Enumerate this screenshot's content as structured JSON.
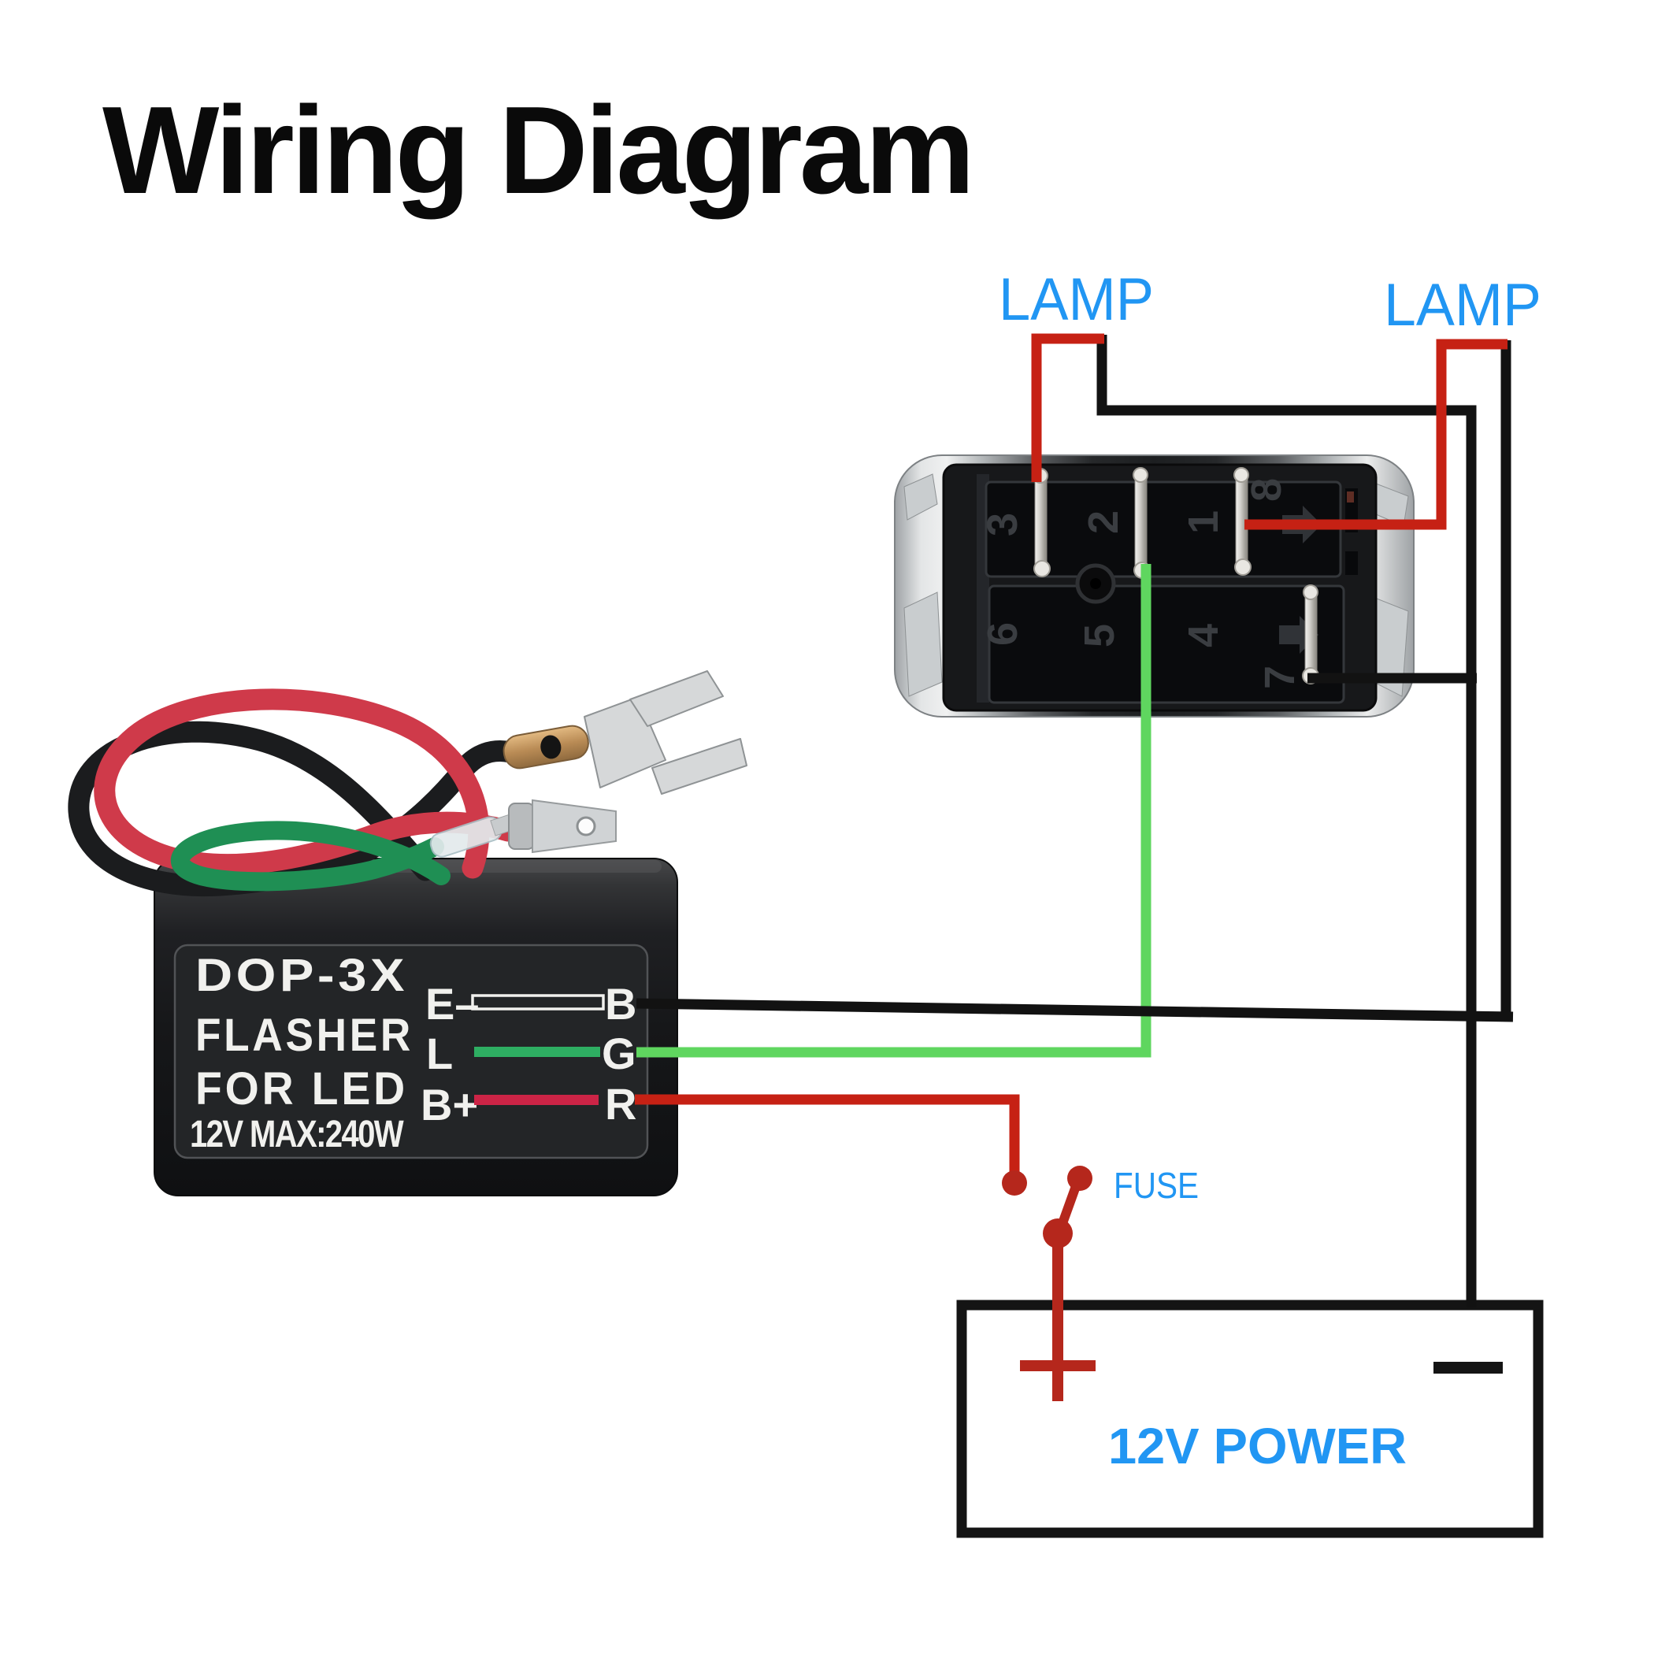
{
  "title": "Wiring Diagram",
  "lamps": {
    "left": "LAMP",
    "right": "LAMP"
  },
  "fuse": {
    "label": "FUSE"
  },
  "battery": {
    "label": "12V POWER",
    "plus_symbol": "+",
    "minus_symbol": "−"
  },
  "flasher": {
    "model": "DOP-3X",
    "name": "FLASHER",
    "type": "FOR LED",
    "rating": "12V MAX:240W",
    "terminal_rows": [
      {
        "left": "E–",
        "right": "B",
        "wire": "black"
      },
      {
        "left": "L",
        "right": "G",
        "wire": "green"
      },
      {
        "left": "B+",
        "right": "R",
        "wire": "red"
      }
    ]
  },
  "rocker_switch": {
    "pins_top": [
      "3",
      "2",
      "1",
      "8"
    ],
    "pins_bottom": [
      "6",
      "5",
      "4",
      "7"
    ]
  },
  "colors": {
    "label_blue": "#2196F3",
    "title_black": "#0A0A0A",
    "wire_red": "#C62114",
    "wire_black": "#121212",
    "wire_green": "#5FD65F",
    "fuse_red": "#B5271C",
    "plate_bar_green": "#2EAE62",
    "plate_bar_red": "#CC2446",
    "plate_text_white": "#F1F1EE"
  }
}
